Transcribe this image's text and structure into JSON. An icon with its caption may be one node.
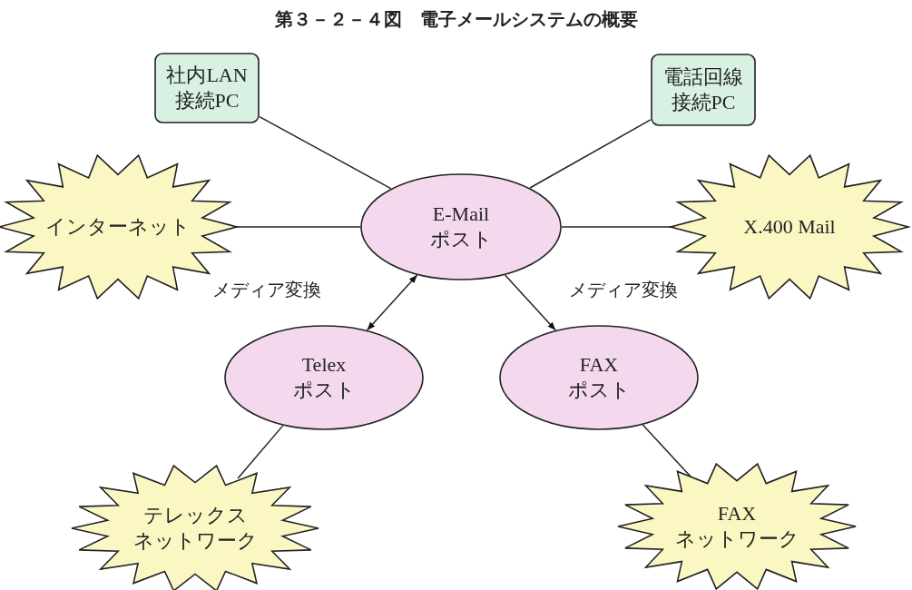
{
  "diagram": {
    "title": "第３－２－４図　電子メールシステムの概要",
    "nodes": [
      {
        "text": [
          "社内LAN",
          "接続PC"
        ]
      },
      {
        "text": [
          "電話回線",
          "接続PC"
        ]
      },
      {
        "text": [
          "インターネット"
        ]
      },
      {
        "text": [
          "E-Mail",
          "ポスト"
        ]
      },
      {
        "text": [
          "X.400 Mail"
        ]
      },
      {
        "text": [
          "Telex",
          "ポスト"
        ]
      },
      {
        "text": [
          "FAX",
          "ポスト"
        ]
      },
      {
        "text": [
          "テレックス",
          "ネットワーク"
        ]
      },
      {
        "text": [
          "FAX",
          "ネットワーク"
        ]
      }
    ],
    "edges": [
      {
        "from": 0,
        "to": 3,
        "arrow": "none"
      },
      {
        "from": 1,
        "to": 3,
        "arrow": "none"
      },
      {
        "from": 2,
        "to": 3,
        "arrow": "none"
      },
      {
        "from": 3,
        "to": 4,
        "arrow": "none"
      },
      {
        "from": 5,
        "to": 3,
        "arrow": "both",
        "label": "メディア変換"
      },
      {
        "from": 3,
        "to": 6,
        "arrow": "to",
        "label": "メディア変換"
      },
      {
        "from": 5,
        "to": 7,
        "arrow": "none"
      },
      {
        "from": 6,
        "to": 8,
        "arrow": "none"
      }
    ]
  }
}
